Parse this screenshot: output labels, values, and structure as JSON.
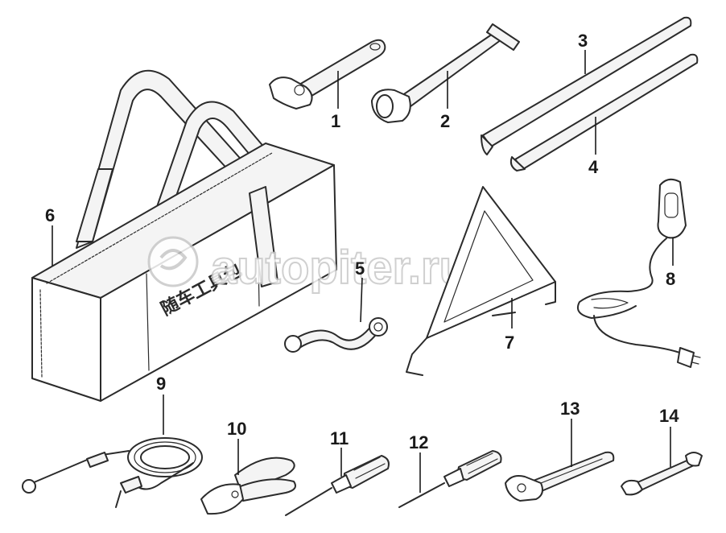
{
  "labels": {
    "p1": "1",
    "p2": "2",
    "p3": "3",
    "p4": "4",
    "p5": "5",
    "p6": "6",
    "p7": "7",
    "p8": "8",
    "p9": "9",
    "p10": "10",
    "p11": "11",
    "p12": "12",
    "p13": "13",
    "p14": "14"
  },
  "watermark": "autopiter.ru",
  "bag_print": "随车工具包"
}
